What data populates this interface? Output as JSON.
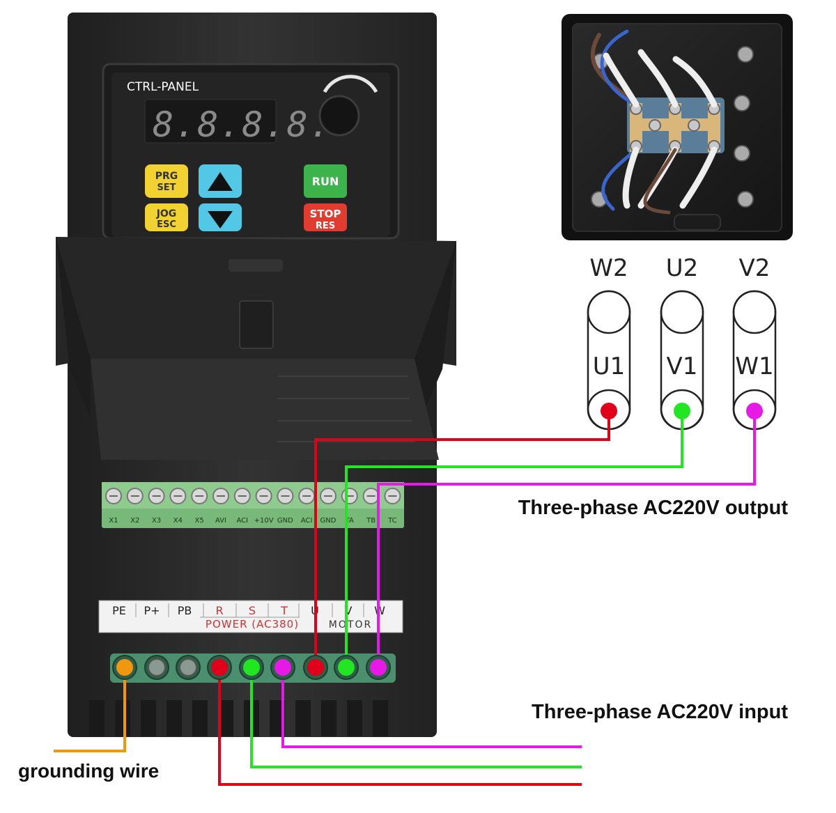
{
  "panel": {
    "title": "CTRL-PANEL",
    "display": "8.8.8.8.",
    "keys": {
      "prg_top": "PRG",
      "prg_bottom": "SET",
      "jog_top": "JOG",
      "jog_bottom": "ESC",
      "run": "RUN",
      "stop_top": "STOP",
      "stop_bottom": "RES"
    }
  },
  "control_terminals": [
    "X1",
    "X2",
    "X3",
    "X4",
    "X5",
    "AVI",
    "ACI",
    "+10V",
    "GND",
    "ACI",
    "GND",
    "TA",
    "TB",
    "TC"
  ],
  "power_terminals": {
    "labels": [
      "PE",
      "P+",
      "PB",
      "R",
      "S",
      "T",
      "U",
      "V",
      "W"
    ],
    "power_group": "POWER (AC380)",
    "motor_group": "MOTOR"
  },
  "motor_terminals": [
    {
      "top": "W2",
      "bottom": "U1"
    },
    {
      "top": "U2",
      "bottom": "V1"
    },
    {
      "top": "V2",
      "bottom": "W1"
    }
  ],
  "captions": {
    "output": "Three-phase AC220V output",
    "input": "Three-phase AC220V input",
    "ground": "grounding wire"
  },
  "colors": {
    "phase_1": "#e0001a",
    "phase_2": "#22e622",
    "phase_3": "#e619e6",
    "ground": "#f0960f",
    "housing": "#2b2b2b",
    "key_yellow": "#f2d230",
    "key_cyan": "#52c8e6",
    "key_green": "#3cb44b",
    "key_red": "#e03c30"
  }
}
